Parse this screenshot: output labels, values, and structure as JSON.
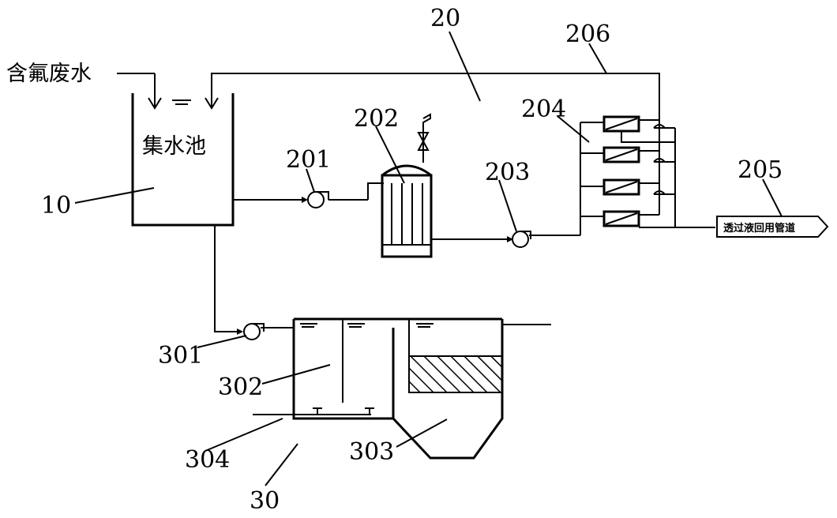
{
  "labels": {
    "inflow": "含氟废水",
    "tank": "集水池",
    "outlet": "透过液回用管道",
    "n10": "10",
    "n20": "20",
    "n201": "201",
    "n202": "202",
    "n203": "203",
    "n204": "204",
    "n205": "205",
    "n206": "206",
    "n30": "30",
    "n301": "301",
    "n302": "302",
    "n303": "303",
    "n304": "304"
  }
}
